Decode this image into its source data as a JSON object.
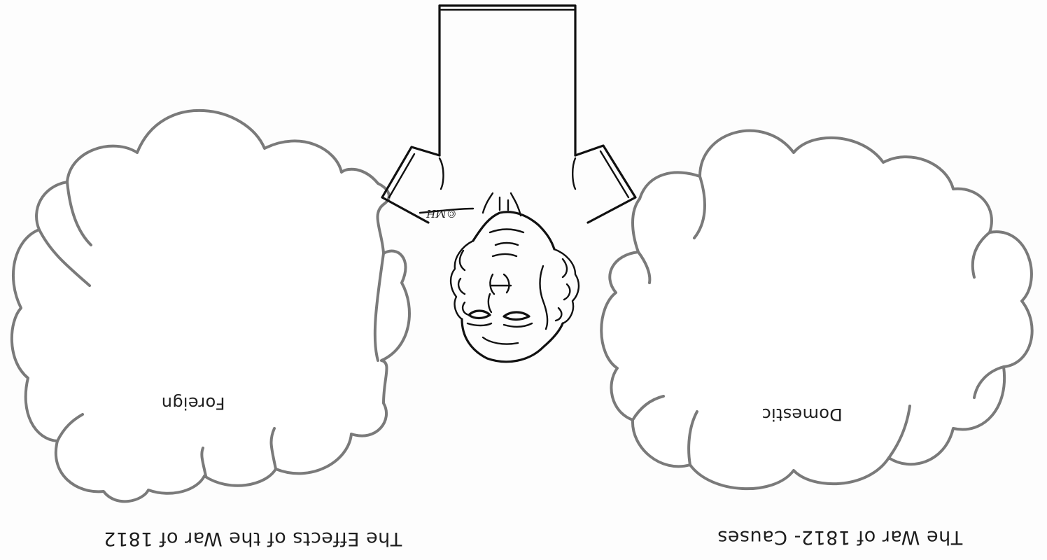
{
  "worksheet": {
    "orientation": "upside-down",
    "left_panel_title": "The Effects of the War of 1812",
    "right_panel_title": "The War of 1812- Causes",
    "left_cloud_label": "Foreign",
    "right_cloud_label": "Domestic",
    "artist_signature": "©MH"
  },
  "colors": {
    "cloud_outline": "#7a7a7a",
    "line_art": "#111111",
    "text": "#1e1e1e",
    "paper": "#fdfdfd"
  },
  "icons": {
    "portrait": "portrait-sketch-icon",
    "cloud": "thought-cloud-icon"
  }
}
